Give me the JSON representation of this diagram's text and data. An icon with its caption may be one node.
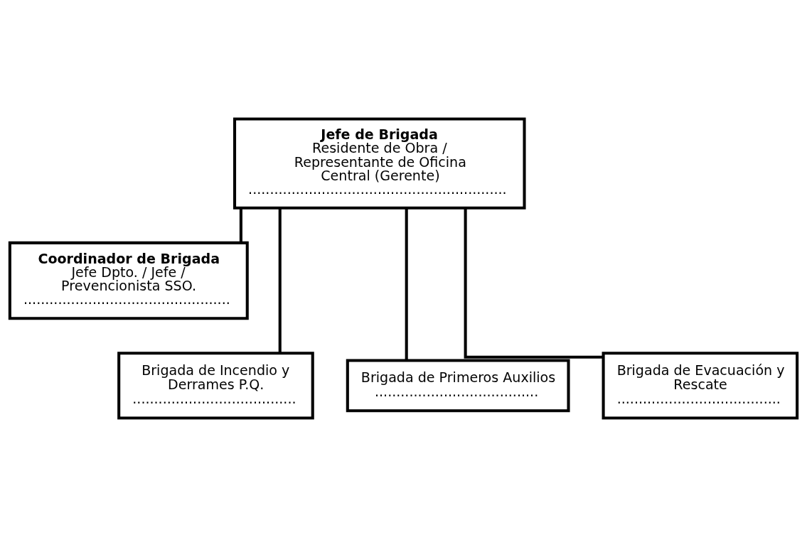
{
  "diagram": {
    "nodes": [
      {
        "text": [
          "Jefe de Brigada",
          "Residente de Obra / Representante de Oficina Central (Gerente)",
          "............................................................"
        ]
      },
      {
        "text": [
          "Coordinador de Brigada",
          "Jefe Dpto. / Jefe / Prevencionista SSO.",
          "................................................"
        ]
      },
      {
        "text": [
          "Brigada de Incendio y Derrames P.Q.",
          "......................................"
        ]
      },
      {
        "text": [
          "Brigada de Primeros Auxilios",
          "......................................"
        ]
      },
      {
        "text": [
          "Brigada de Evacuación y Rescate",
          "......................................"
        ]
      }
    ],
    "edges": [
      {
        "from": 0,
        "to": 1,
        "arrow": "none"
      },
      {
        "from": 0,
        "to": 2,
        "arrow": "none"
      },
      {
        "from": 0,
        "to": 3,
        "arrow": "none"
      },
      {
        "from": 0,
        "to": 4,
        "arrow": "none"
      }
    ]
  }
}
